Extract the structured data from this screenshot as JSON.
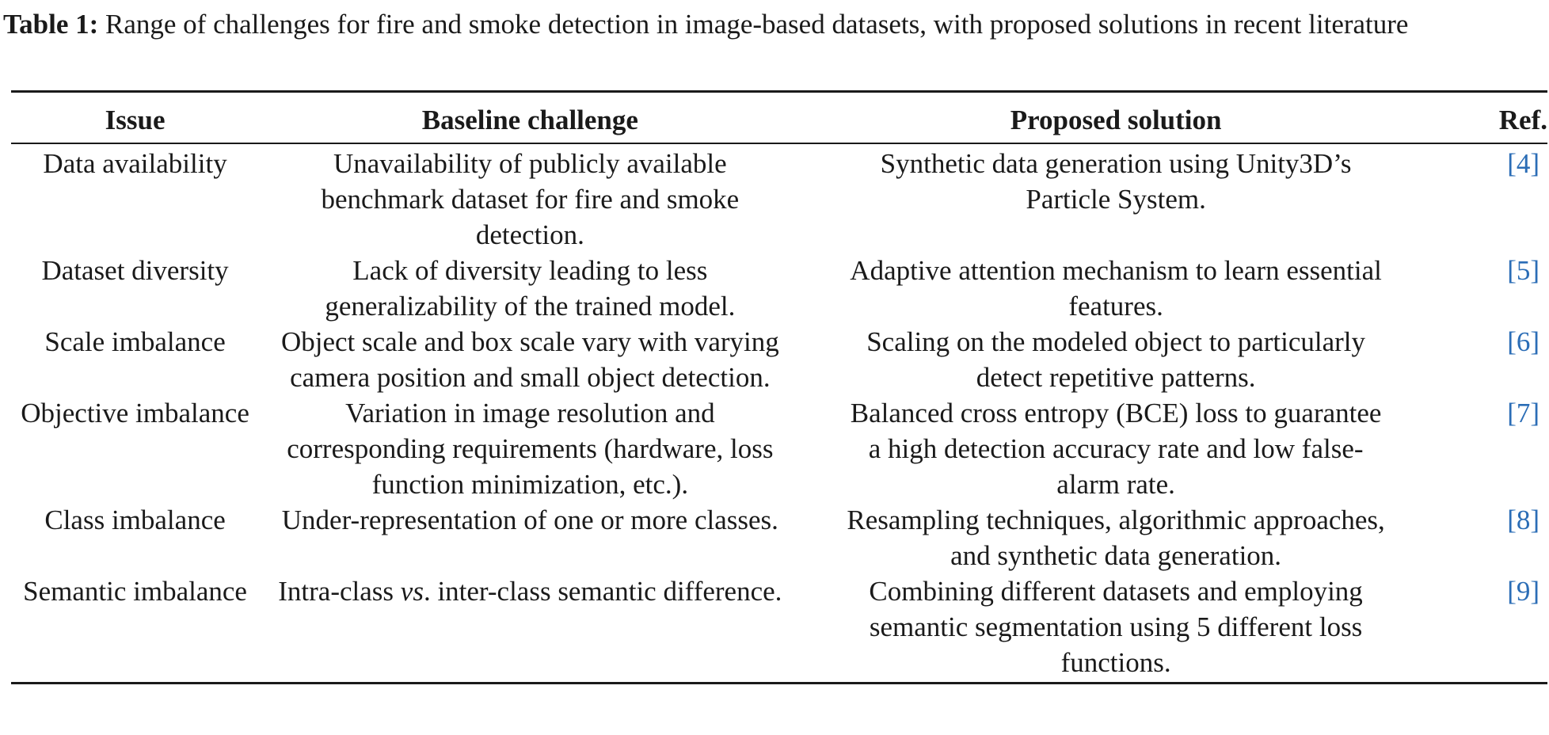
{
  "caption": {
    "label": "Table 1:",
    "text": " Range of challenges for fire and smoke detection in image-based datasets, with proposed solutions in recent literature"
  },
  "table": {
    "headers": [
      "Issue",
      "Baseline challenge",
      "Proposed solution",
      "Ref."
    ],
    "rows": [
      {
        "issue": "Data availability",
        "challenge": "Unavailability of publicly available benchmark dataset for fire and smoke detection.",
        "solution": "Synthetic data generation using Unity3D’s Particle System.",
        "ref": "[4]"
      },
      {
        "issue": "Dataset diversity",
        "challenge": "Lack of diversity leading to less generalizability of the trained model.",
        "solution": "Adaptive attention mechanism to learn essential features.",
        "ref": "[5]"
      },
      {
        "issue": "Scale imbalance",
        "challenge": "Object scale and box scale vary with varying camera position and small object detection.",
        "solution": "Scaling on the modeled object to particularly detect repetitive patterns.",
        "ref": "[6]"
      },
      {
        "issue": "Objective imbalance",
        "challenge": "Variation in image resolution and corresponding requirements (hardware, loss function minimization, etc.).",
        "solution": "Balanced cross entropy (BCE) loss to guarantee a high detection accuracy rate and low false-alarm rate.",
        "ref": "[7]"
      },
      {
        "issue": "Class imbalance",
        "challenge": "Under-representation of one or more classes.",
        "solution": "Resampling techniques, algorithmic approaches, and synthetic data generation.",
        "ref": "[8]"
      },
      {
        "issue": "Semantic imbalance",
        "challenge_pre": "Intra-class ",
        "challenge_em": "vs",
        "challenge_post": ". inter-class semantic difference.",
        "solution": "Combining different datasets and employing semantic segmentation using 5 different loss functions.",
        "ref": "[9]"
      }
    ]
  },
  "colors": {
    "text": "#1a1a1a",
    "link": "#2b6db6",
    "rule": "#1a1a1a"
  }
}
